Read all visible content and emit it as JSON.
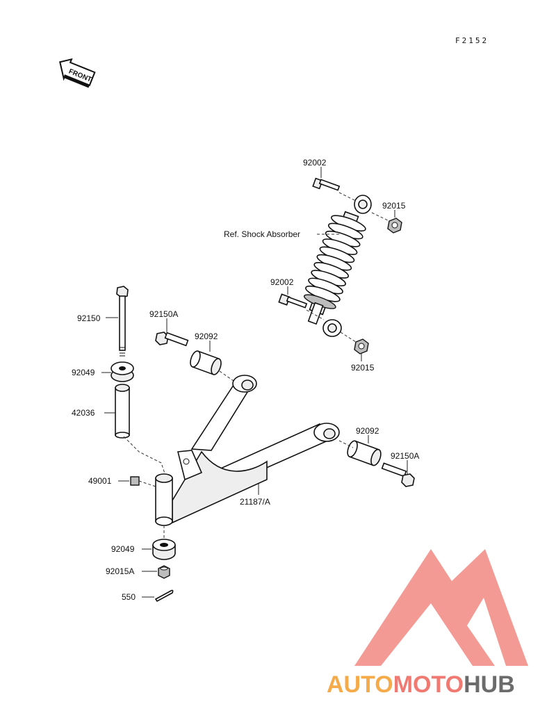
{
  "figure_code": "F2152",
  "front_label": "FRONT",
  "colors": {
    "watermark_red": "#ef6b63",
    "watermark_orange": "#f6a338",
    "watermark_grey": "#5c5c5c"
  },
  "watermark": {
    "part1": "AUTO",
    "part2": "MOTO",
    "part3": "HUB"
  },
  "labels": {
    "bolt_top": "92002",
    "nut_top": "92015",
    "shock": "Ref. Shock Absorber",
    "bolt_mid": "92002",
    "nut_mid": "92015",
    "pivot_bolt": "92150",
    "bolt_a_left": "92150A",
    "collar_left": "92092",
    "washer_top": "92049",
    "sleeve": "42036",
    "collar_right": "92092",
    "bolt_a_right": "92150A",
    "grease_fitting": "49001",
    "arm": "21187/A",
    "washer_bottom": "92049",
    "nut_bottom": "92015A",
    "cotter_pin": "550"
  }
}
